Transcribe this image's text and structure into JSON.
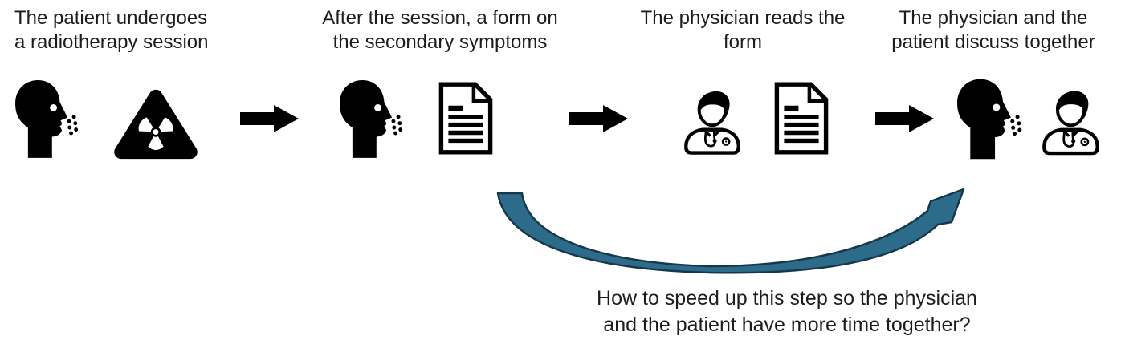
{
  "colors": {
    "background": "#ffffff",
    "arrow_fill": "#2d6b8a",
    "arrow_stroke": "#16384a",
    "icon_color": "#000000",
    "text_color": "#1c1c1c"
  },
  "steps": [
    {
      "caption": "The patient undergoes\na radiotherapy session",
      "icons": [
        "patient-head-icon",
        "radiation-warning-icon"
      ]
    },
    {
      "caption": "After the session, a form on\nthe secondary symptoms",
      "icons": [
        "patient-head-icon",
        "form-document-icon"
      ]
    },
    {
      "caption": "The physician reads the\nform",
      "icons": [
        "physician-icon",
        "form-document-icon"
      ]
    },
    {
      "caption": "The physician and the\npatient discuss together",
      "icons": [
        "patient-head-icon",
        "physician-icon"
      ]
    }
  ],
  "connectors": {
    "flow_arrows": 3,
    "feedback_arrow": "curved arrow from the form-filling step to the discussion step"
  },
  "question": "How to speed up this step so the physician\nand the patient have more time together?"
}
